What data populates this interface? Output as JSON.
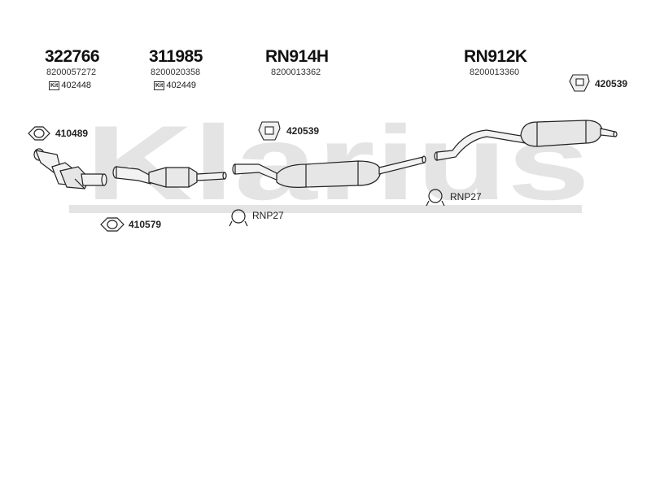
{
  "watermark": {
    "text": "Klarius",
    "color": "#e4e4e4"
  },
  "columns": [
    {
      "part_number": "322766",
      "oe_number": "8200057272",
      "kit_label": "Kit",
      "kit_number": "402448"
    },
    {
      "part_number": "311985",
      "oe_number": "8200020358",
      "kit_label": "Kit",
      "kit_number": "402449"
    },
    {
      "part_number": "RN914H",
      "oe_number": "8200013362"
    },
    {
      "part_number": "RN912K",
      "oe_number": "8200013360"
    }
  ],
  "fittings": {
    "gasket_front": "410489",
    "gasket_lower": "410579",
    "mount_center": "420539",
    "mount_rear": "420539",
    "clamp_center": "RNP27",
    "clamp_rear": "RNP27"
  }
}
